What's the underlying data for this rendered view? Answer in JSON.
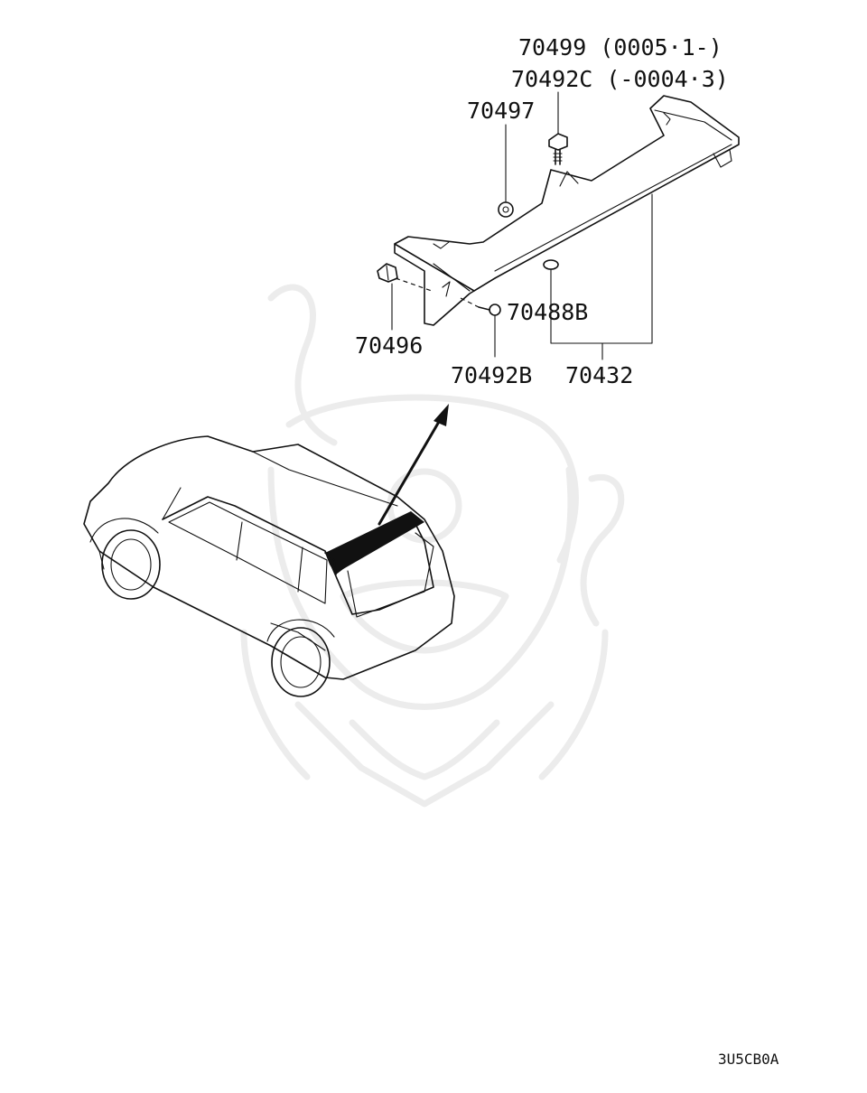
{
  "labels": {
    "p70499": "70499 (0005·1-)",
    "p70492c": "70492C (-0004·3)",
    "p70497": "70497",
    "p70496": "70496",
    "p70488b": "70488B",
    "p70492b": "70492B",
    "p70432": "70432"
  },
  "diagram_code": "3U5CB0A"
}
